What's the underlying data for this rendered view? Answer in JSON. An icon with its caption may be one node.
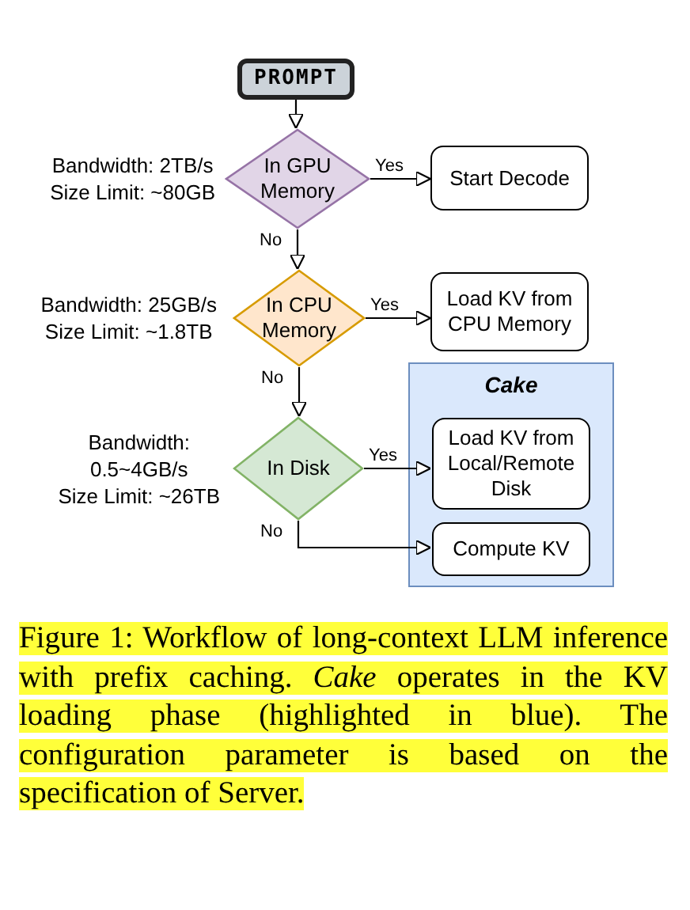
{
  "diagram": {
    "caption": "Figure 1: Workflow of long-context LLM inference with prefix caching. *Cake* operates in the KV loading phase (highlighted in blue). The configuration parameter is based on the specification of Server.",
    "nodes": [
      {
        "text": [
          "PROMPT"
        ]
      },
      {
        "text": [
          "In GPU Memory"
        ],
        "beside": [
          "Bandwidth: 2TB/s",
          "Size Limit: ~80GB"
        ]
      },
      {
        "text": [
          "Start Decode"
        ]
      },
      {
        "text": [
          "In CPU Memory"
        ],
        "beside": [
          "Bandwidth: 25GB/s",
          "Size Limit: ~1.8TB"
        ]
      },
      {
        "text": [
          "Load KV from CPU Memory"
        ]
      },
      {
        "text": [
          "Cake"
        ]
      },
      {
        "text": [
          "In Disk"
        ],
        "beside": [
          "Bandwidth:",
          "0.5~4GB/s",
          "Size Limit: ~26TB"
        ]
      },
      {
        "text": [
          "Load KV from Local/Remote Disk"
        ],
        "in": 5
      },
      {
        "text": [
          "Compute KV"
        ],
        "in": 5
      }
    ],
    "edges": [
      {
        "from": 0,
        "to": 1,
        "arrow": "to"
      },
      {
        "from": 1,
        "to": 2,
        "arrow": "to",
        "label": "Yes"
      },
      {
        "from": 1,
        "to": 3,
        "arrow": "to",
        "label": "No"
      },
      {
        "from": 3,
        "to": 4,
        "arrow": "to",
        "label": "Yes"
      },
      {
        "from": 3,
        "to": 6,
        "arrow": "to",
        "label": "No"
      },
      {
        "from": 6,
        "to": 7,
        "arrow": "to",
        "label": "Yes"
      },
      {
        "from": 6,
        "to": 8,
        "arrow": "to",
        "label": "No"
      }
    ]
  }
}
